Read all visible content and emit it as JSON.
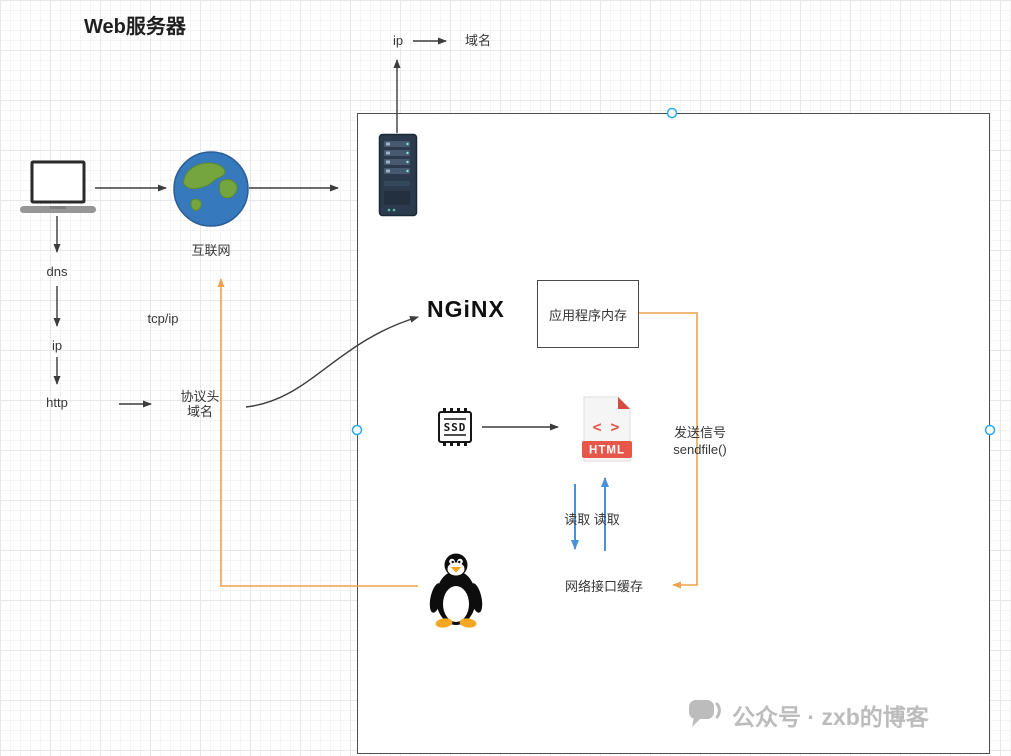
{
  "title": "Web服务器",
  "labels": {
    "ip_top": "ip",
    "domain_top": "域名",
    "internet": "互联网",
    "dns": "dns",
    "ip_left": "ip",
    "http": "http",
    "tcpip": "tcp/ip",
    "protocol_header": "协议头",
    "protocol_domain": "域名",
    "nginx": "NGiNX",
    "app_memory": "应用程序内存",
    "send_signal": "发送信号",
    "sendfile": "sendfile()",
    "read_read": "读取 读取",
    "net_cache": "网络接口缓存",
    "ssd": "SSD",
    "html_badge": "HTML",
    "code_glyph": "< >"
  },
  "watermark": {
    "text": "公众号 · zxb的博客"
  },
  "colors": {
    "orange": "#f0a24e",
    "blue": "#4a90d9",
    "red": "#e8564a",
    "handle": "#29a9f0",
    "line": "#3c3c3c"
  }
}
